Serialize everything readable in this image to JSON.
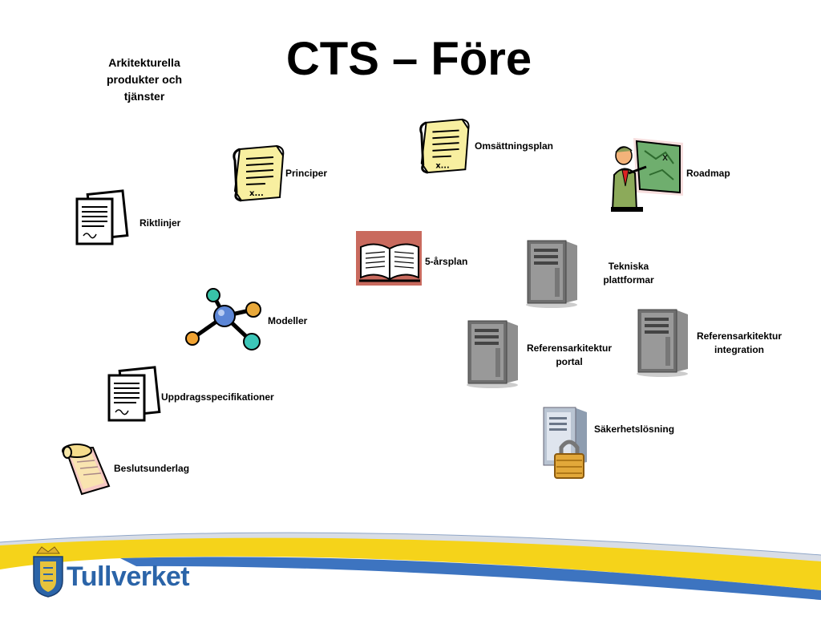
{
  "slide": {
    "title": "CTS – Före",
    "subtitle": "Arkitekturella produkter och tjänster"
  },
  "items": {
    "principer": "Principer",
    "omsattningsplan": "Omsättningsplan",
    "roadmap": "Roadmap",
    "riktlinjer": "Riktlinjer",
    "femarsplan": "5-årsplan",
    "tekniska_plattformar": "Tekniska plattformar",
    "modeller": "Modeller",
    "ref_portal": "Referensarkitektur portal",
    "ref_integration": "Referensarkitektur integration",
    "uppdragsspecifikationer": "Uppdragsspecifikationer",
    "sakerhetslosning": "Säkerhetslösning",
    "beslutsunderlag": "Beslutsunderlag"
  },
  "footer": {
    "brand": "Tullverket"
  },
  "colors": {
    "brand_blue": "#2b64a8",
    "swoosh_yellow": "#f5d31a",
    "swoosh_blue": "#3d74c0"
  }
}
